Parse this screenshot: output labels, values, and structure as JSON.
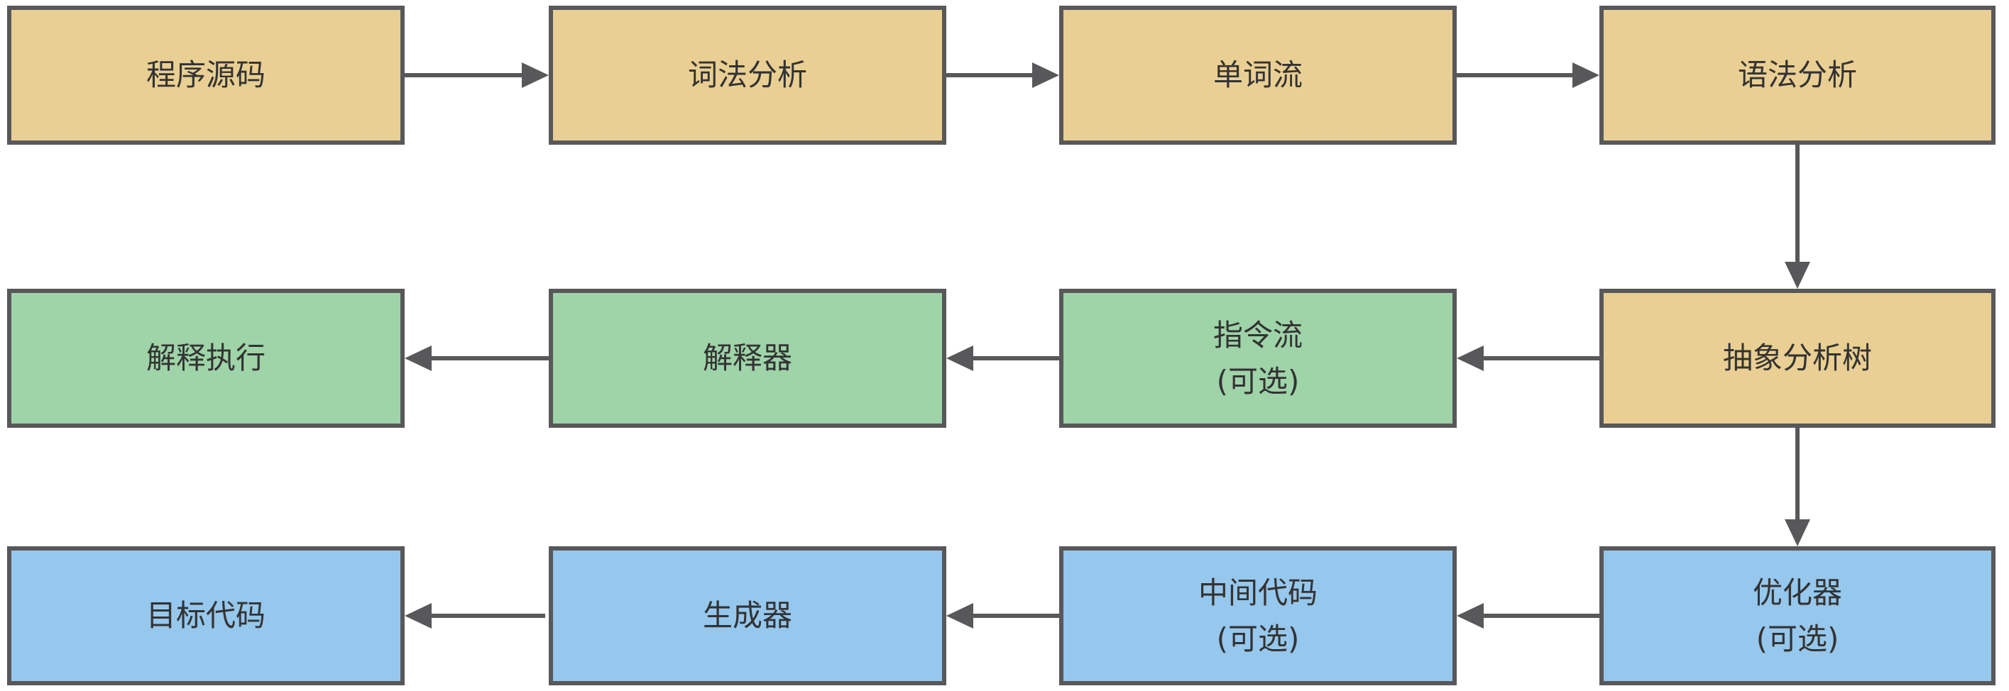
{
  "diagram": {
    "type": "flowchart",
    "language": "zh-CN",
    "colors": {
      "tan_fill": "#e9cf93",
      "green_fill": "#9fd3a8",
      "blue_fill": "#96c7ec",
      "stroke": "#58585a",
      "text": "#333333",
      "background": "#ffffff"
    },
    "nodes": [
      {
        "label": "程序源码",
        "sublabel": "",
        "color": "tan",
        "row": 1,
        "col": 1
      },
      {
        "label": "词法分析",
        "sublabel": "",
        "color": "tan",
        "row": 1,
        "col": 2
      },
      {
        "label": "单词流",
        "sublabel": "",
        "color": "tan",
        "row": 1,
        "col": 3
      },
      {
        "label": "语法分析",
        "sublabel": "",
        "color": "tan",
        "row": 1,
        "col": 4
      },
      {
        "label": "解释执行",
        "sublabel": "",
        "color": "green",
        "row": 2,
        "col": 1
      },
      {
        "label": "解释器",
        "sublabel": "",
        "color": "green",
        "row": 2,
        "col": 2
      },
      {
        "label": "指令流",
        "sublabel": "(可选)",
        "color": "green",
        "row": 2,
        "col": 3
      },
      {
        "label": "抽象分析树",
        "sublabel": "",
        "color": "tan",
        "row": 2,
        "col": 4
      },
      {
        "label": "目标代码",
        "sublabel": "",
        "color": "blue",
        "row": 3,
        "col": 1
      },
      {
        "label": "生成器",
        "sublabel": "",
        "color": "blue",
        "row": 3,
        "col": 2
      },
      {
        "label": "中间代码",
        "sublabel": "(可选)",
        "color": "blue",
        "row": 3,
        "col": 3
      },
      {
        "label": "优化器",
        "sublabel": "(可选)",
        "color": "blue",
        "row": 3,
        "col": 4
      }
    ],
    "edges": [
      {
        "from": "程序源码",
        "to": "词法分析",
        "direction": "right"
      },
      {
        "from": "词法分析",
        "to": "单词流",
        "direction": "right"
      },
      {
        "from": "单词流",
        "to": "语法分析",
        "direction": "right"
      },
      {
        "from": "语法分析",
        "to": "抽象分析树",
        "direction": "down"
      },
      {
        "from": "抽象分析树",
        "to": "指令流",
        "direction": "left"
      },
      {
        "from": "指令流",
        "to": "解释器",
        "direction": "left"
      },
      {
        "from": "解释器",
        "to": "解释执行",
        "direction": "left"
      },
      {
        "from": "抽象分析树",
        "to": "优化器",
        "direction": "down"
      },
      {
        "from": "优化器",
        "to": "中间代码",
        "direction": "left"
      },
      {
        "from": "中间代码",
        "to": "生成器",
        "direction": "left"
      },
      {
        "from": "生成器",
        "to": "目标代码",
        "direction": "left"
      }
    ]
  }
}
